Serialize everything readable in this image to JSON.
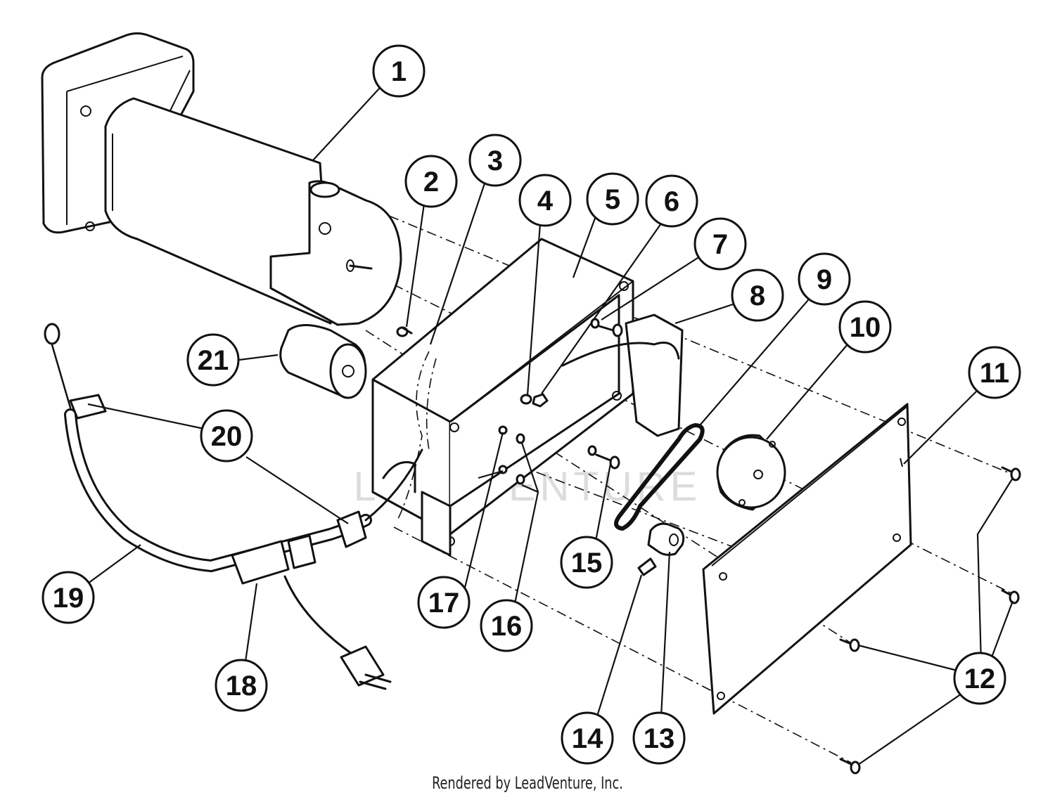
{
  "watermark": "LEADVENTURE",
  "credit": "Rendered by LeadVenture, Inc.",
  "callouts": [
    "1",
    "2",
    "3",
    "4",
    "5",
    "6",
    "7",
    "8",
    "9",
    "10",
    "11",
    "12",
    "13",
    "14",
    "15",
    "16",
    "17",
    "18",
    "19",
    "20",
    "21"
  ]
}
